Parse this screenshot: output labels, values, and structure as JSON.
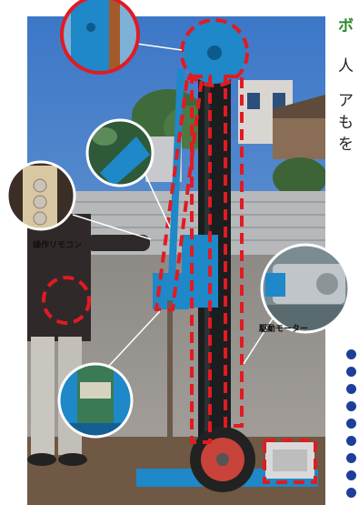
{
  "photo": {
    "callouts": [
      {
        "label": "操作リモコン"
      },
      {
        "label": "駆動モーター"
      }
    ]
  },
  "side_panel": {
    "heading": "ボ",
    "lines": [
      "人",
      "ア",
      "も",
      "を"
    ]
  },
  "colors": {
    "highlight": "#e11b22",
    "machine_blue": "#1e88c8",
    "heading_green": "#2c8a2c",
    "bullet": "#1d3f9a"
  }
}
